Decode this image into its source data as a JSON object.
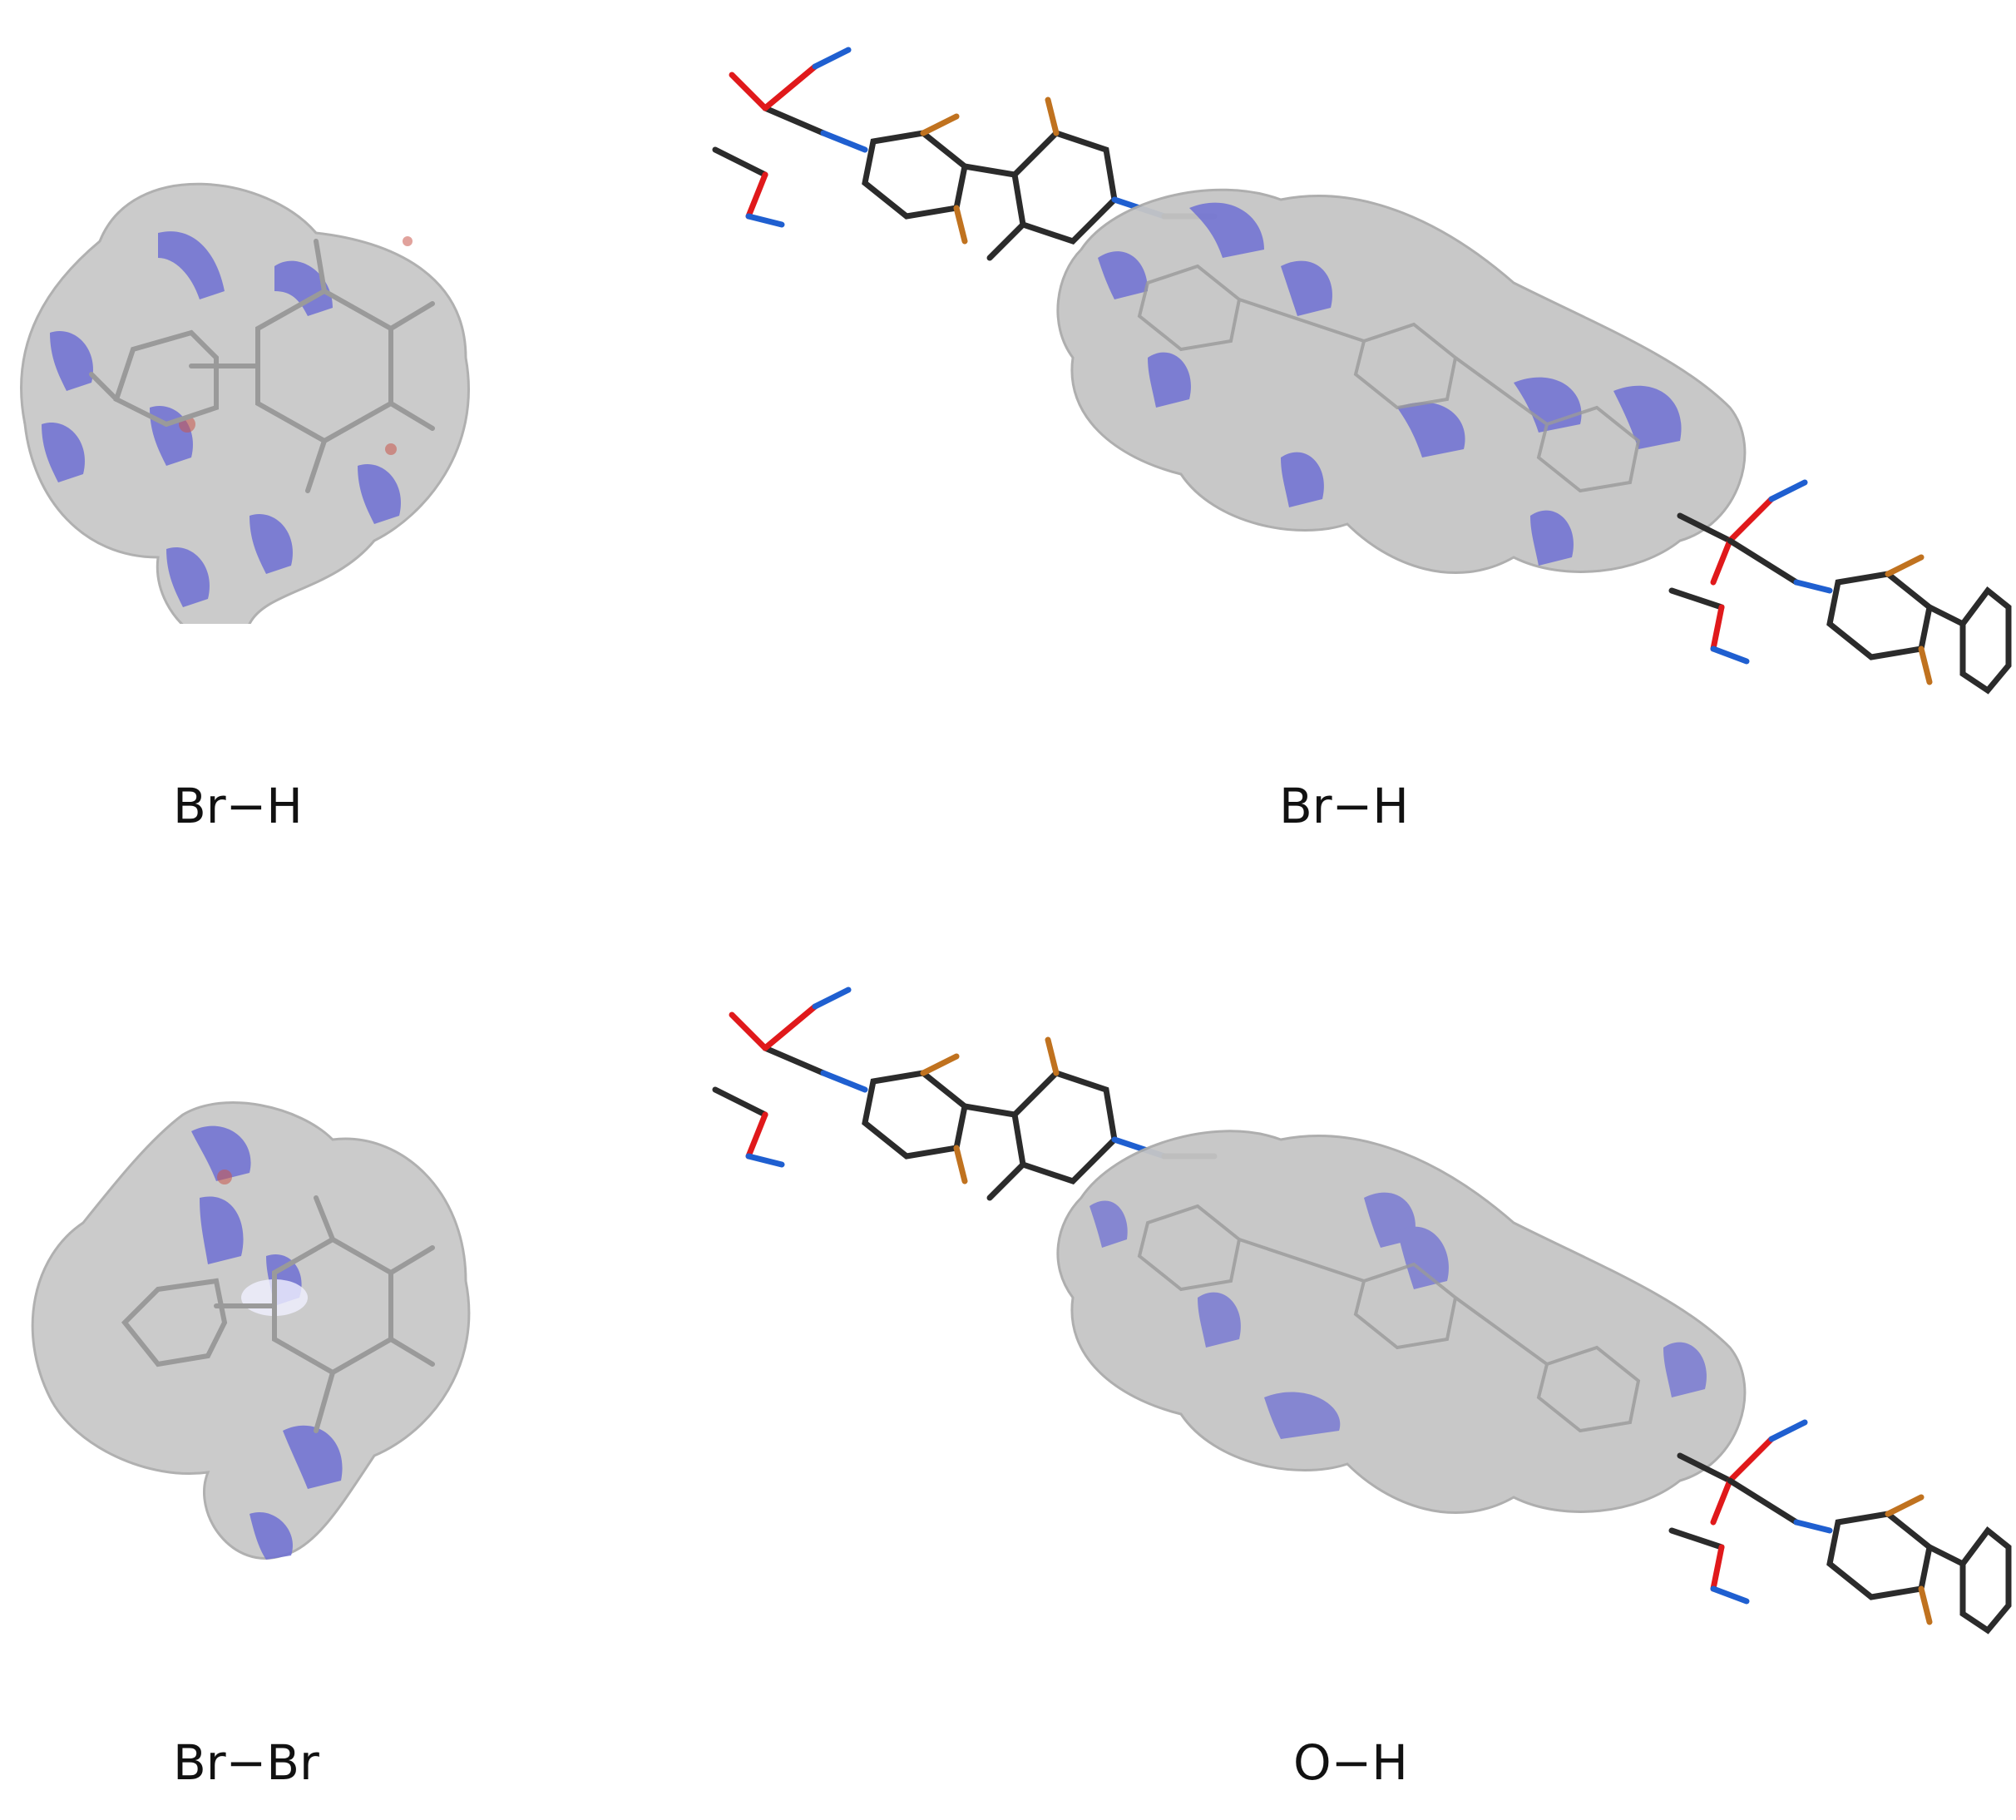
{
  "figure": {
    "panels": [
      {
        "id": "a",
        "caption": "Br−H",
        "view": "fragment"
      },
      {
        "id": "b",
        "caption": "Br−H",
        "view": "chain"
      },
      {
        "id": "c",
        "caption": "Br−Br",
        "view": "fragment"
      },
      {
        "id": "d",
        "caption": "O−H",
        "view": "chain"
      }
    ],
    "colors": {
      "surface": "#c9c9c9",
      "surface_edge": "#b3b3b3",
      "contact_patch": "#6f70d4",
      "close_contact": "#c9564b",
      "carbon": "#2b2b2b",
      "oxygen": "#e0191b",
      "nitrogen": "#1f5fd0",
      "bromine": "#c0721f",
      "hydrogen": "#e8e8e8",
      "faint_bond": "#9a9a9a"
    }
  }
}
